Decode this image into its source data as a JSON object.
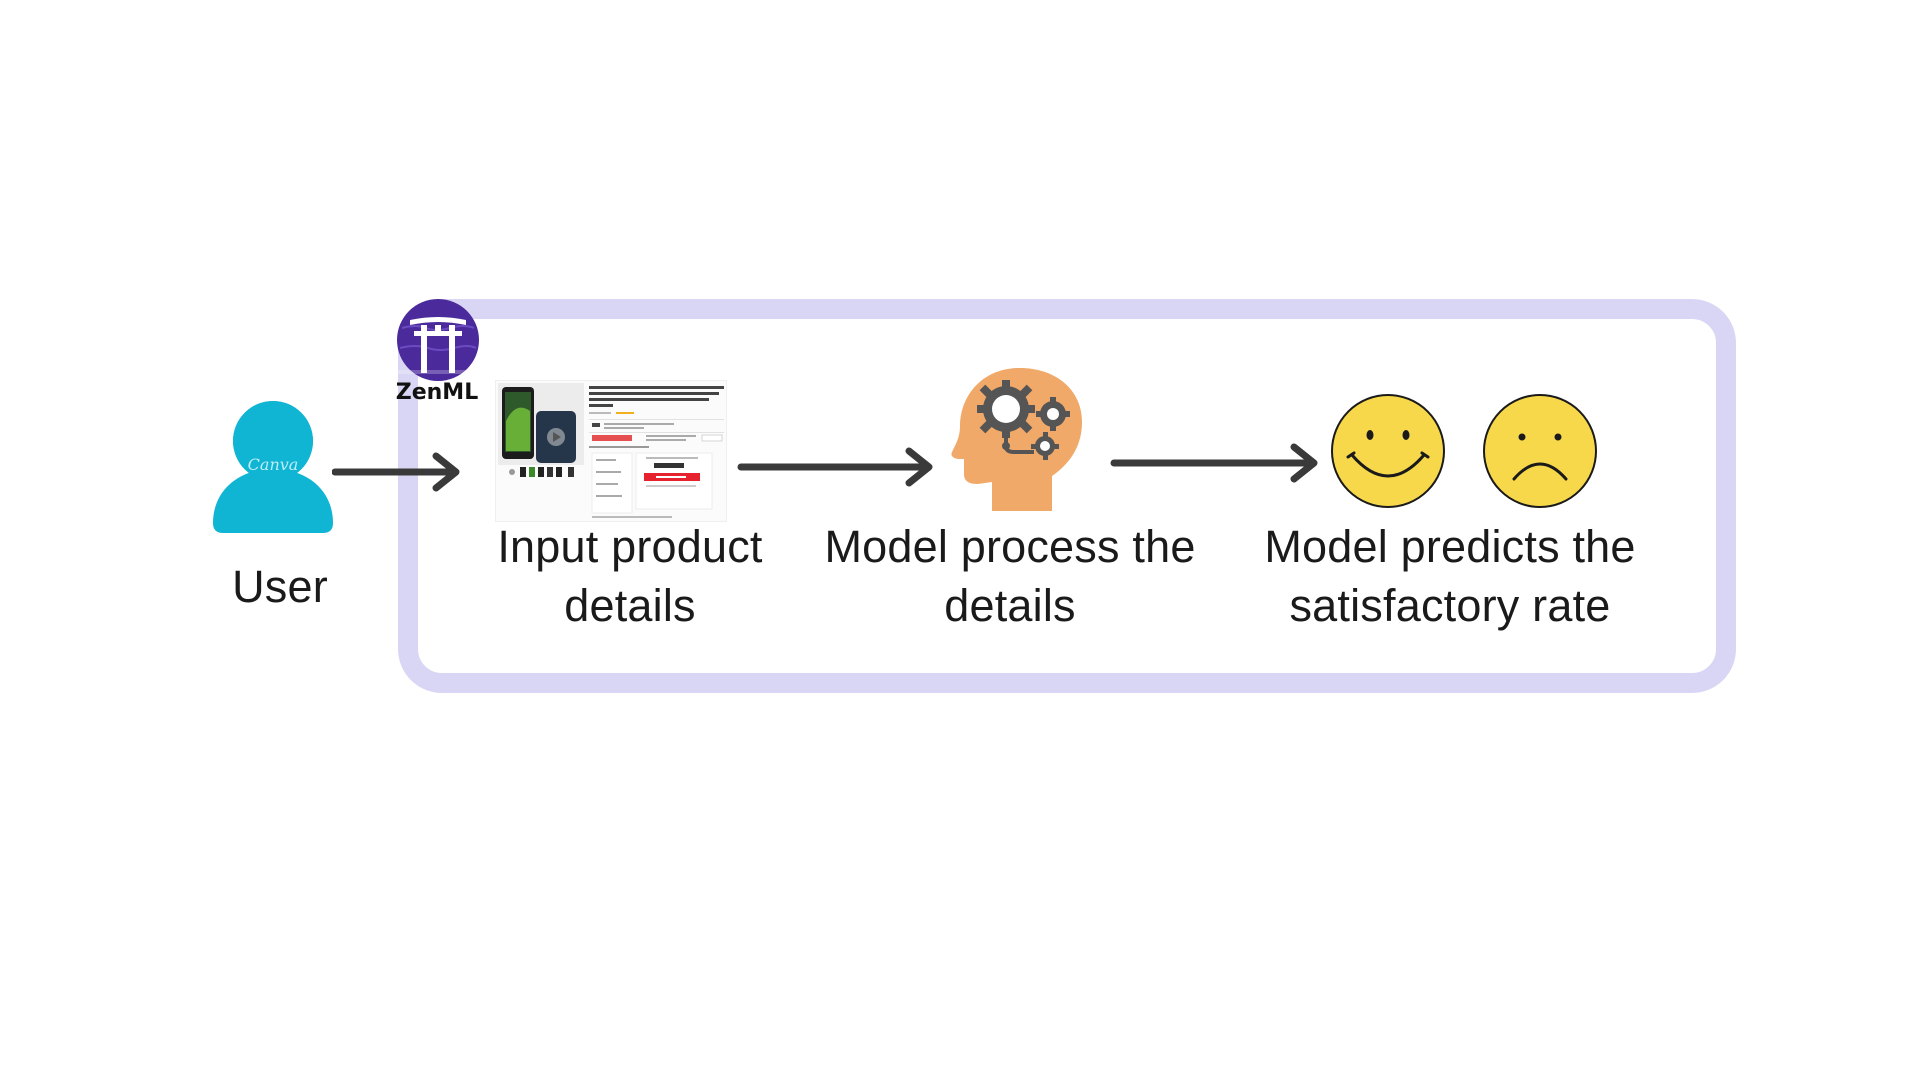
{
  "diagram": {
    "user": {
      "label": "User",
      "icon": "user-icon",
      "watermark": "Canva",
      "color": "#10b5d4"
    },
    "pipeline": {
      "logo_text": "ZenML",
      "frame_color": "#d8d6f4",
      "logo_color": "#4b2a9c"
    },
    "steps": [
      {
        "label": "Input product details",
        "icon": "product-page-thumbnail"
      },
      {
        "label": "Model process the details",
        "icon": "head-gears-icon"
      },
      {
        "label": "Model predicts the satisfactory rate",
        "icon": "smiley-faces-icon"
      }
    ],
    "thumbnail": {
      "title": "Smartphone Motorola Moto G6 Play Dual Chip Android Oreo - 8.0 Tela 5.7\" Octa-Core 1.4 GHz 32GB 4G Câmera 13MP - Indigo",
      "store_text": "pague na loja hoje!",
      "price": "R$ 1.299,00"
    },
    "colors": {
      "arrow": "#3a3a3a",
      "head": "#f0a968",
      "gear": "#555555",
      "smiley": "#f7d84b"
    }
  }
}
